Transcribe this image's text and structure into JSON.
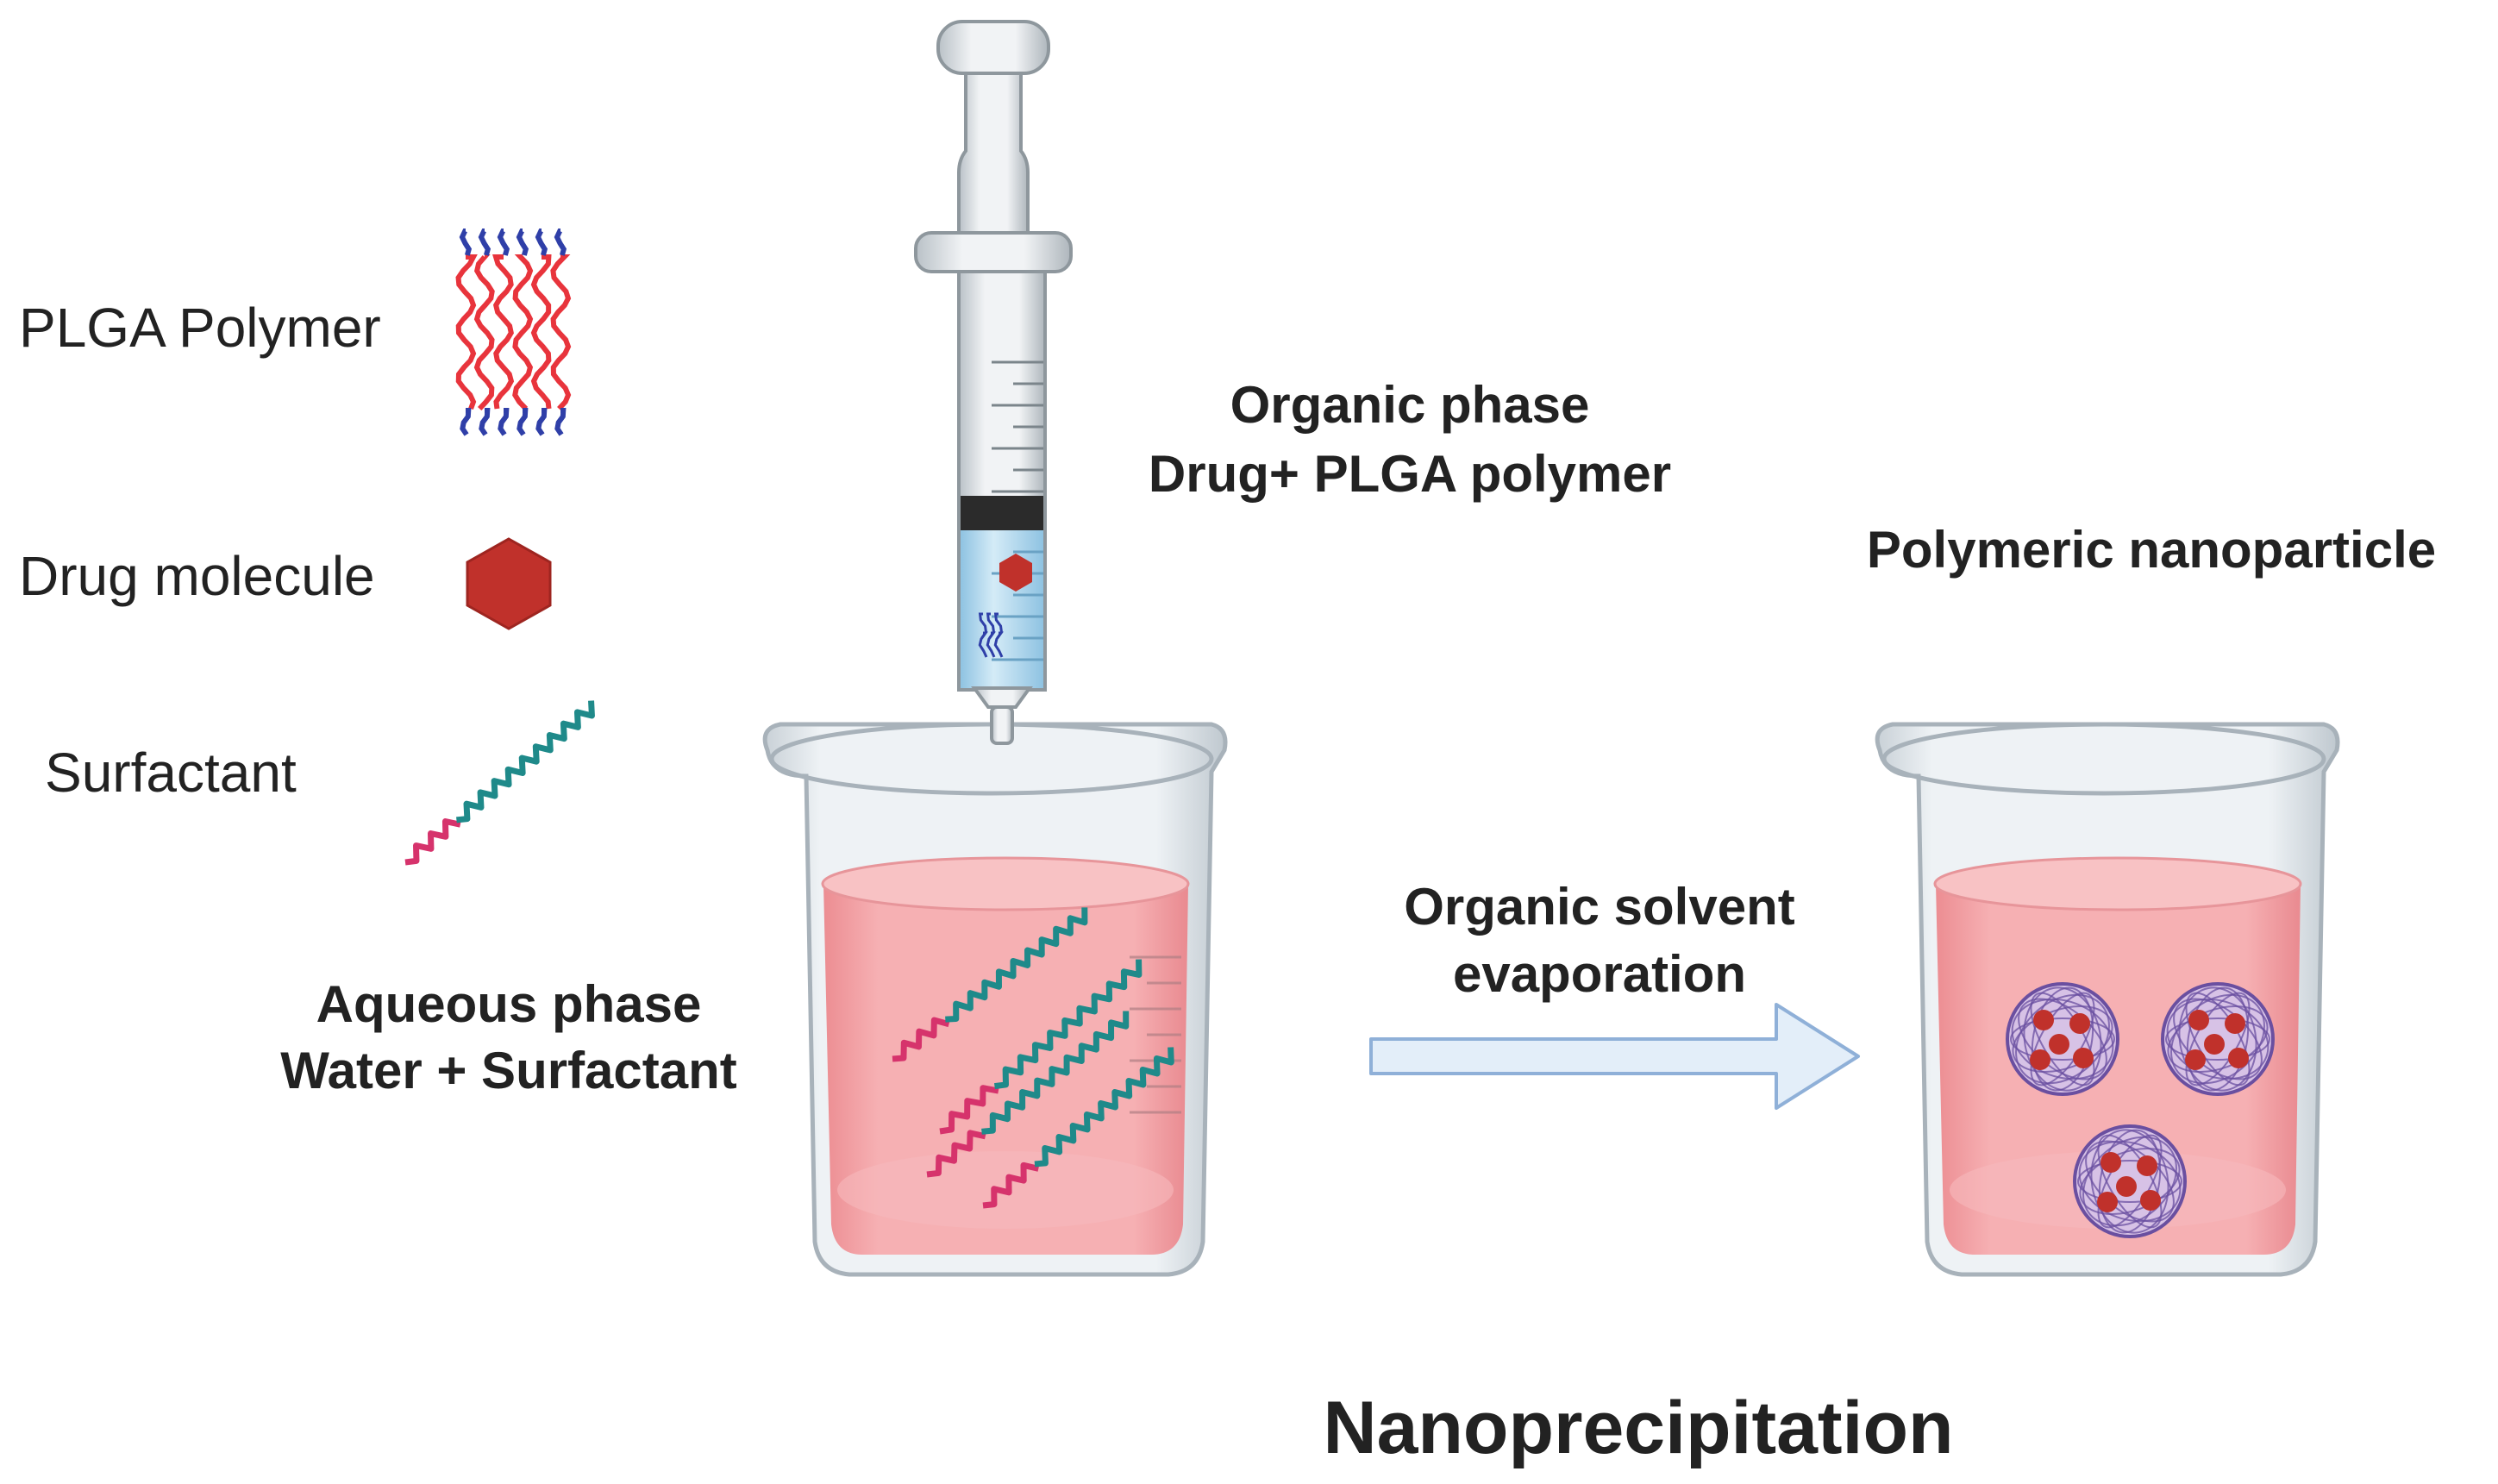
{
  "legend": {
    "plga": "PLGA Polymer",
    "drug": "Drug molecule",
    "surfactant": "Surfactant"
  },
  "labels": {
    "organic_phase_line1": "Organic phase",
    "organic_phase_line2": "Drug+ PLGA polymer",
    "aqueous_phase_line1": "Aqueous  phase",
    "aqueous_phase_line2": "Water + Surfactant",
    "evaporation_line1": "Organic solvent",
    "evaporation_line2": "evaporation",
    "nanoparticle": "Polymeric nanoparticle"
  },
  "title": "Nanoprecipitation",
  "colors": {
    "polymer_red": "#e8343c",
    "polymer_blue": "#2f3fa8",
    "drug_red": "#c0312b",
    "surfactant_teal": "#1f8a8a",
    "surfactant_pink": "#d6336c",
    "liquid_pink": "#f4a5a8",
    "glass": "#e9edf0",
    "syringe_liquid": "#bfe0f2",
    "arrow_fill": "#e3eef9",
    "arrow_stroke": "#8fb0d8",
    "nanoparticle_mesh": "#6a4fa0"
  }
}
